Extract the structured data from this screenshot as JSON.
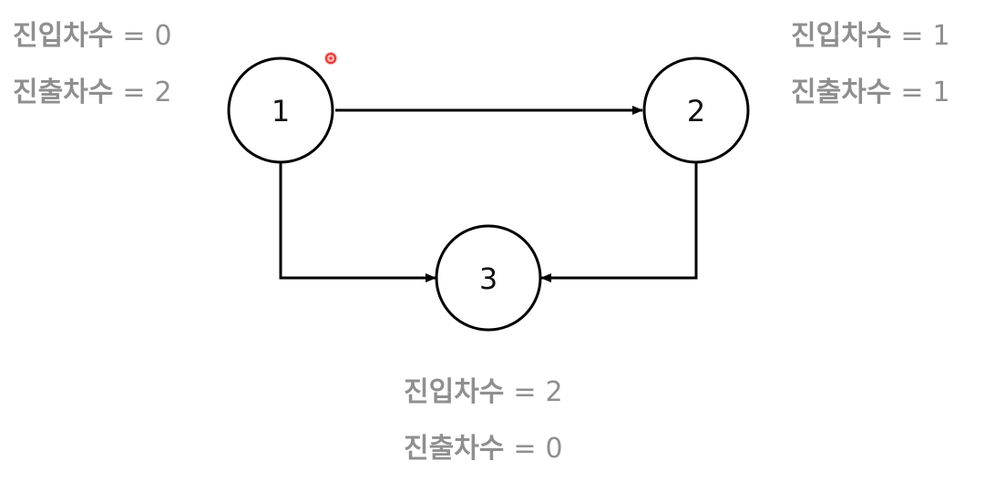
{
  "nodes": [
    {
      "id": "1",
      "label": "1",
      "in_degree_label": "진입차수",
      "in_degree_value": "0",
      "out_degree_label": "진출차수",
      "out_degree_value": "2"
    },
    {
      "id": "2",
      "label": "2",
      "in_degree_label": "진입차수",
      "in_degree_value": "1",
      "out_degree_label": "진출차수",
      "out_degree_value": "1"
    },
    {
      "id": "3",
      "label": "3",
      "in_degree_label": "진입차수",
      "in_degree_value": "2",
      "out_degree_label": "진출차수",
      "out_degree_value": "0"
    }
  ],
  "edges": [
    {
      "from": "1",
      "to": "2"
    },
    {
      "from": "1",
      "to": "3"
    },
    {
      "from": "2",
      "to": "3"
    }
  ],
  "equals_sign": "=",
  "colors": {
    "text_gray": "#8f8f8f",
    "stroke": "#000000",
    "cursor_marker": "#e53935"
  }
}
